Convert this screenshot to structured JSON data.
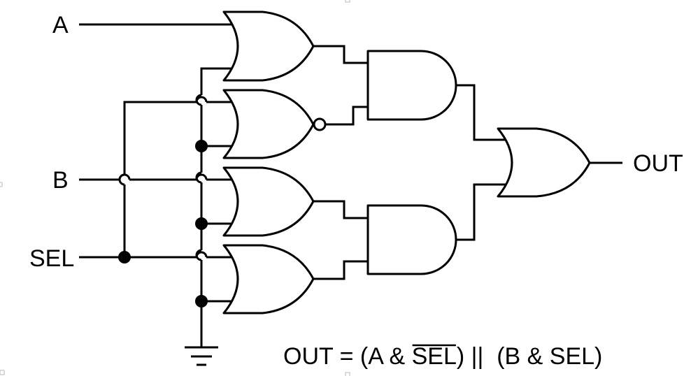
{
  "labels": {
    "input_a": "A",
    "input_b": "B",
    "input_sel": "SEL",
    "output": "OUT"
  },
  "equation": {
    "prefix": "OUT = (A & ",
    "overlined": "SEL",
    "suffix": ") ||  (B & SEL)"
  },
  "gates": [
    {
      "name": "or-gate-1",
      "type": "OR",
      "inputs": [
        "A",
        "ground"
      ]
    },
    {
      "name": "nor-gate-2",
      "type": "NOR",
      "inputs": [
        "SEL",
        "ground"
      ]
    },
    {
      "name": "or-gate-3",
      "type": "OR",
      "inputs": [
        "B",
        "ground"
      ]
    },
    {
      "name": "or-gate-4",
      "type": "OR",
      "inputs": [
        "SEL",
        "ground"
      ]
    },
    {
      "name": "and-gate-1",
      "type": "AND",
      "inputs": [
        "or-gate-1",
        "nor-gate-2"
      ]
    },
    {
      "name": "and-gate-2",
      "type": "AND",
      "inputs": [
        "or-gate-3",
        "or-gate-4"
      ]
    },
    {
      "name": "or-gate-out",
      "type": "OR",
      "inputs": [
        "and-gate-1",
        "and-gate-2"
      ],
      "output": "OUT"
    }
  ]
}
